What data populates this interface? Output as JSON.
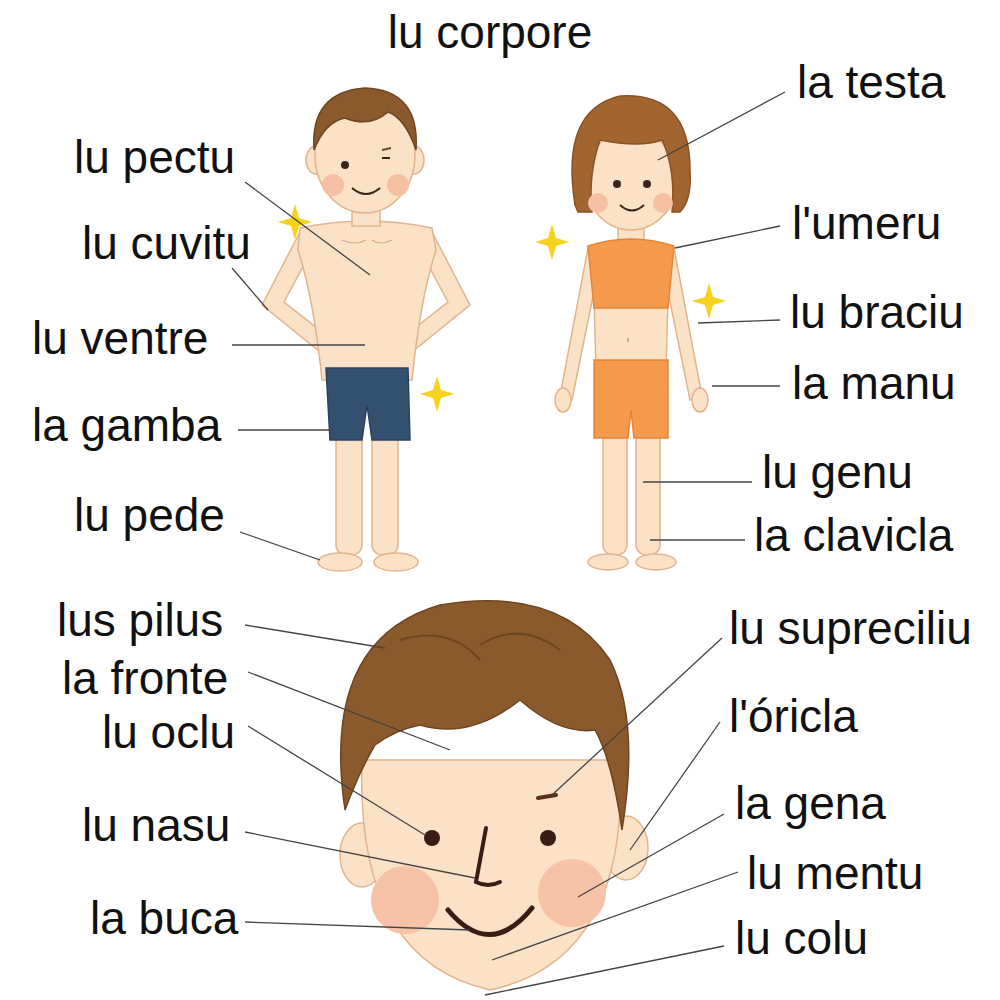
{
  "diagram": {
    "title": "lu corpore",
    "labels": [
      "lu pectu",
      "la testa",
      "lu cuvitu",
      "l'umeru",
      "lu ventre",
      "lu braciu",
      "la manu",
      "la gamba",
      "lu genu",
      "lu pede",
      "la clavicla",
      "lus pilus",
      "lu supreciliu",
      "la fronte",
      "l'óricla",
      "lu oclu",
      "la gena",
      "lu nasu",
      "lu mentu",
      "la buca",
      "lu colu"
    ]
  }
}
